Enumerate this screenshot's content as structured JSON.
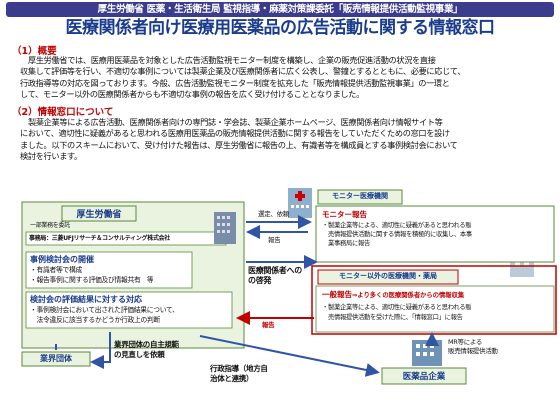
{
  "header": {
    "banner": "厚生労働省 医薬・生活衛生局 監視指導・麻薬対策課委託「販売情報提供活動監視事業」",
    "title": "医療関係者向け医療用医薬品の広告活動に関する情報窓口"
  },
  "section1": {
    "heading": "（1）概要",
    "lines": [
      "厚生労働省では、医療用医薬品を対象とした広告活動監視モニター制度を構築し、企業の販売促進活動の状況を直接",
      "収集して評価等を行い、不適切な事例については製薬企業及び医療関係者に広く公表し、警鐘とするとともに、必要に応じて、",
      "行政指導等の対応を図っております。今般、広告活動監視モニター制度を拡充した「販売情報提供活動監視事業」の一環と",
      "して、モニター以外の医療関係者からも不適切な事例の報告を広く受け付けることとなりました。"
    ]
  },
  "section2": {
    "heading": "（2）情報窓口について",
    "lines": [
      "製薬企業等による広告活動、医療関係者向けの専門誌・学会誌、製薬企業ホームページ、医療関係者向け情報サイト等",
      "において、適切性に疑義があると思われる医療用医薬品の販売情報提供活動に関する報告をしていただくための窓口を設け",
      "ました。以下のスキームにおいて、受け付けた報告は、厚生労働省に報告の上、有識者等を構成員とする事例検討会において",
      "検討を行います。"
    ]
  },
  "diagram": {
    "mhlw": {
      "title": "厚生労働省",
      "sub": "一部業務を委託",
      "contractor": "事務局：三菱UFJリサーチ＆コンサルティング株式会社"
    },
    "case_meeting": {
      "title": "事例検討会の開催",
      "items": [
        "・有識者等で構成",
        "・報告事例に関する評価及び情報共有　等"
      ]
    },
    "evaluation": {
      "title": "検討会の評価結果に対する対応",
      "items": [
        "・事例検討会において出された評価結果について、",
        "　法令違反に該当するかどうか行政上の判断"
      ]
    },
    "industry_group": {
      "title": "業界団体"
    },
    "industry_note": [
      "業界団体の自主規範",
      "の見直しを依頼"
    ],
    "admin_note": [
      "行政指導（地方自",
      "治体と連携）"
    ],
    "monitor_org": {
      "tab": "モニター医療機関",
      "title": "モニター報告",
      "items": [
        "・製薬企業等による、適切性に疑義があると思われる販",
        "　売情報提供活動に関する情報を積極的に収集し、本事",
        "　業事務局に報告"
      ]
    },
    "other_org": {
      "tab": "モニター以外の医療機関・薬局",
      "title_prefix": "一般報告",
      "title_suffix": "⇒より多くの医療関係者からの情報収集",
      "items": [
        "・製薬企業等による、適切性に疑義があると思われる販",
        "　売情報提供活動を受けた際に、「情報窓口」に報告"
      ]
    },
    "pharma": {
      "title": "医薬品企業"
    },
    "labels": {
      "selection": "選定、依頼",
      "report1": "報告",
      "awareness": [
        "医療関係者への",
        "の啓発"
      ],
      "report2": "報告",
      "mr_note": [
        "MR等による",
        "販売情報提供活動"
      ]
    }
  }
}
